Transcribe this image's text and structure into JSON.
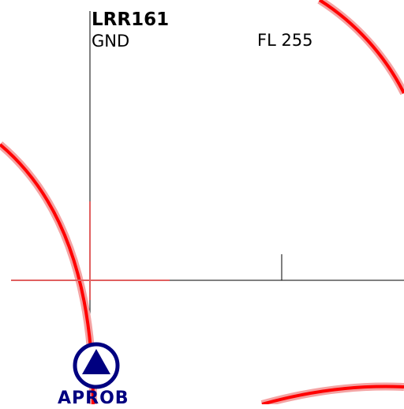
{
  "flight": {
    "callsign": "LRR161",
    "status": "GND",
    "level": "FL 255"
  },
  "waypoint": {
    "name": "APROB"
  },
  "icons": {
    "waypoint_symbol": "triangle-in-circle-icon",
    "aircraft_marker": "crosshair-icon"
  },
  "colors": {
    "route": "#ff0000",
    "route_halo": "#f4a3a3",
    "crosshair": "#e06060",
    "waypoint": "#000080",
    "axis": "#000000"
  }
}
